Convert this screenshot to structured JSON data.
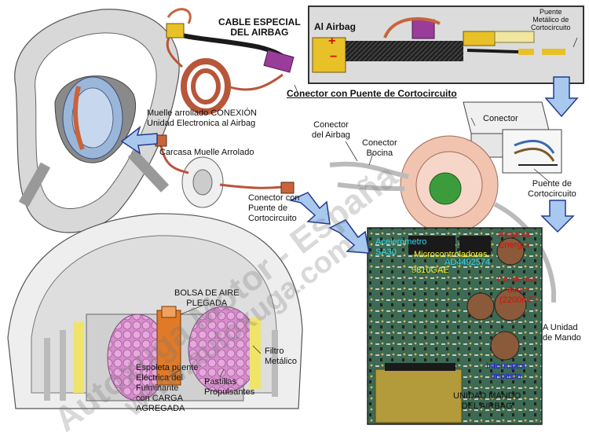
{
  "colors": {
    "wheel_gray": "#c8c8c8",
    "wheel_outline": "#555555",
    "cable_black": "#1a1a1a",
    "coil_copper": "#b8563a",
    "connector_yellow": "#e8c028",
    "connector_purple": "#9a3c9a",
    "connector_orange": "#c8643c",
    "arrow_blue": "#a9c8ee",
    "arrow_outline": "#243a8c",
    "module_green": "#3c6a52",
    "module_base": "#b39a3a",
    "pellet_pink": "#e7a8dc",
    "detonator_orange": "#e07a28",
    "filter_yellow": "#efe46a",
    "label_red": "#d01010",
    "label_cyan": "#30d8f0",
    "label_yellow": "#f8f030",
    "label_blue": "#1a1aee"
  },
  "labels": {
    "cable_especial": "CABLE ESPECIAL\nDEL AIRBAG",
    "al_airbag": "Al Airbag",
    "puente_metalico": "Puente\nMetálico de\nCortocircuito",
    "conector_puente_title": "Conector con Puente de Cortocircuito",
    "muelle_arrollado": "Muelle arrollado CONEXIÓN\nUnidad Electronica al Airbag",
    "carcasa_muelle": "Carcasa Muelle Arrolado",
    "conector_airbag": "Conector\ndel Airbag",
    "conector_bocina": "Conector\nBocina",
    "conector": "Conector",
    "puente_cortocircuito": "Puente de\nCortocircuito",
    "conector_con_puente": "Conector con\nPuente de\nCortocircuito",
    "acelerometro": "Acelerómetro\nSA30",
    "microcontroladores": "Microcontroladores",
    "chip_code": "AD4492574",
    "chip_9810": "9810GAE",
    "reserva_energia": "Reserva\nEnergía",
    "condensadores": "Condensa-\ndores\n(2200mF)",
    "a_unidad_mando": "A Unidad\nde Mando",
    "interruptor_impacto": "Interruptor\nImpacto",
    "unidad_mando_airbag": "UNIDAD MANDO\nDEL AIRBAG",
    "bolsa_aire": "BOLSA DE AIRE\nPLEGADA",
    "filtro_metalico": "Filtro\nMetálico",
    "espoleta": "Espoleta puente\nEléctrica del\nFulminante\ncon CARGA\nAGREGADA",
    "pastillas": "Pastillas\nPropulsantes",
    "connector_plus": "+",
    "connector_minus": "−"
  },
  "watermark": {
    "line1": "Autoxuga Motor - España",
    "line2": "www.autoxuga.com"
  }
}
